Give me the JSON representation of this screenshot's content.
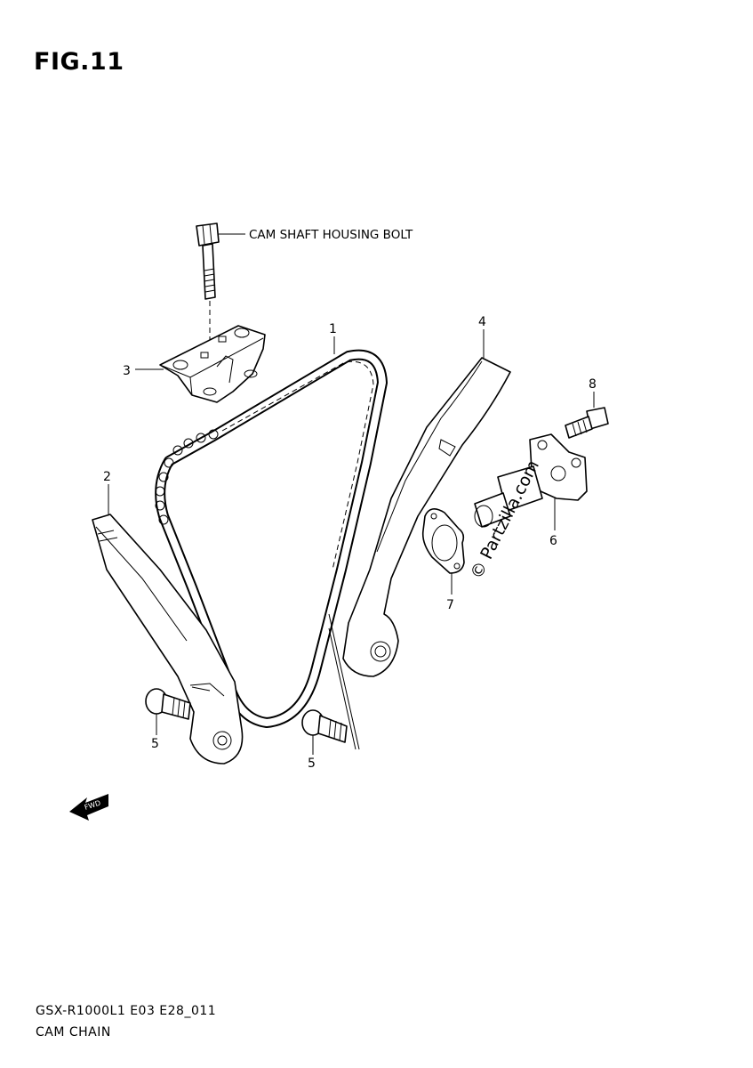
{
  "figure": {
    "title": "FIG.11",
    "model_code": "GSX-R1000L1 E03 E28_011",
    "section_name": "CAM CHAIN",
    "watermark": "© Partzilla.com"
  },
  "parts": [
    {
      "ref": "1",
      "name": "cam-chain"
    },
    {
      "ref": "2",
      "name": "chain-tensioner-guide"
    },
    {
      "ref": "3",
      "name": "chain-guide-bracket"
    },
    {
      "ref": "4",
      "name": "chain-guide"
    },
    {
      "ref": "5",
      "name": "guide-bolt-left"
    },
    {
      "ref": "5",
      "name": "guide-bolt-right"
    },
    {
      "ref": "6",
      "name": "tensioner-adjuster"
    },
    {
      "ref": "7",
      "name": "tensioner-gasket"
    },
    {
      "ref": "8",
      "name": "adjuster-bolt"
    }
  ],
  "callouts": {
    "housing_bolt": "CAM SHAFT HOUSING BOLT"
  },
  "icons": {
    "fwd": "FWD"
  }
}
